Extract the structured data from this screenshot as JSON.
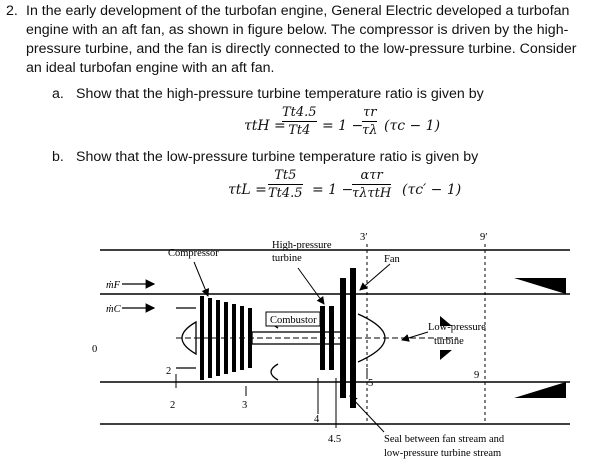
{
  "problem": {
    "number": "2.",
    "line1": "In the early development of the turbofan engine, General Electric developed a turbofan",
    "line2": "engine with an aft fan, as shown in figure below. The compressor is driven by the high-",
    "line3": "pressure turbine, and the fan is directly connected to the low-pressure turbine. Consider",
    "line4": "an ideal turbofan engine with an aft fan."
  },
  "part_a": {
    "label": "a.",
    "text": "Show that the high-pressure turbine temperature ratio is given by",
    "lhs": "τtH",
    "num1": "Tt4.5",
    "den1": "Tt4",
    "num2": "τr",
    "den2": "τλ",
    "one_minus": "= 1 −",
    "tail": "(τc − 1)"
  },
  "part_b": {
    "label": "b.",
    "text": "Show that the low-pressure turbine temperature ratio is given by",
    "lhs": "τtL",
    "num1": "Tt5",
    "den1": "Tt4.5",
    "num2": "ατr",
    "den2": "τλτtH",
    "one_minus": "= 1 −",
    "tail": "(τc′ − 1)"
  },
  "figure": {
    "compressor": "Compressor",
    "hp_turbine_1": "High-pressure",
    "hp_turbine_2": "turbine",
    "fan": "Fan",
    "combustor": "Combustor",
    "lp_turbine_1": "Low-pressure",
    "lp_turbine_2": "turbine",
    "mf": "ṁF",
    "mc": "ṁC",
    "st_0": "0",
    "st_2a": "2",
    "st_2b": "2",
    "st_3": "3",
    "st_4": "4",
    "st_45": "4.5",
    "st_5": "5",
    "st_9": "9",
    "st_3p": "3′",
    "st_9p": "9′",
    "seal_1": "Seal between fan stream and",
    "seal_2": "low-pressure turbine stream"
  }
}
